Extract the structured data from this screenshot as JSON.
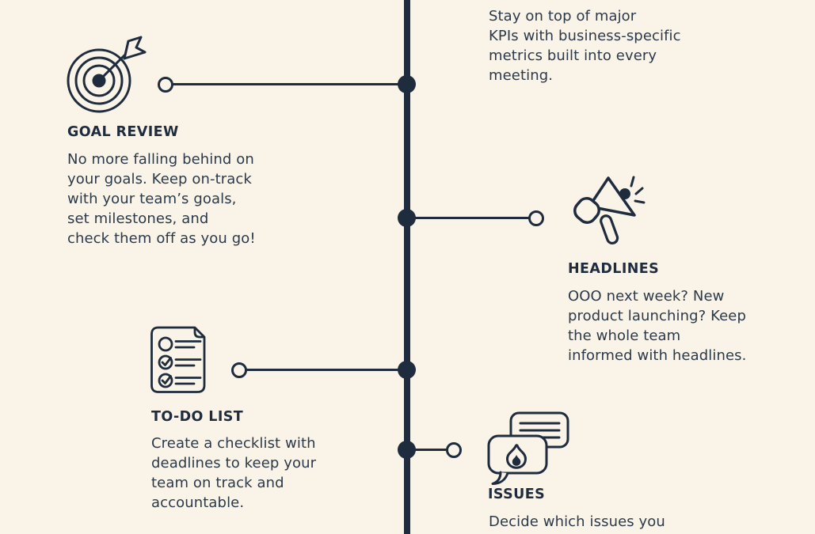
{
  "palette": {
    "background": "#faf3e7",
    "ink": "#1e2c3e",
    "body_text": "#2b3a4a"
  },
  "sections": {
    "metrics": {
      "body": "Stay on top of major\nKPIs with business-specific\nmetrics built into every\nmeeting."
    },
    "goal_review": {
      "title": "GOAL REVIEW",
      "icon": "target-dart-icon",
      "body": "No more falling behind on\nyour goals. Keep on-track\nwith your team’s goals,\nset milestones, and\ncheck them off as you go!"
    },
    "headlines": {
      "title": "HEADLINES",
      "icon": "megaphone-icon",
      "body": "OOO next week? New\nproduct launching? Keep\nthe whole team\ninformed with headlines."
    },
    "to_do_list": {
      "title": "TO-DO LIST",
      "icon": "checklist-document-icon",
      "body": "Create a checklist with\ndeadlines to keep your\nteam on track and\naccountable."
    },
    "issues": {
      "title": "ISSUES",
      "icon": "chat-bubbles-flame-icon",
      "body": "Decide which issues you"
    }
  }
}
